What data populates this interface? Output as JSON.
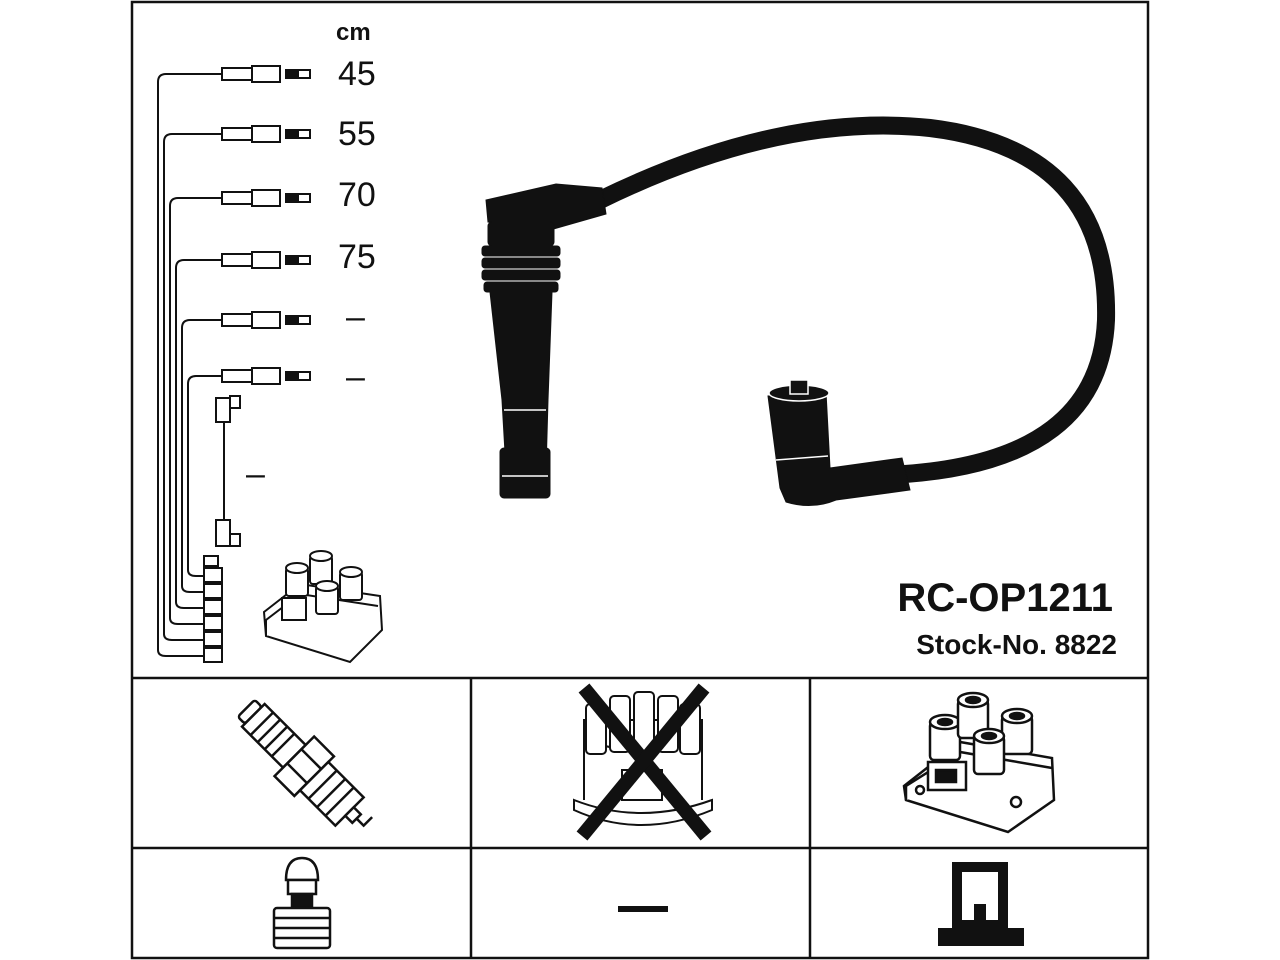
{
  "unit_label": "cm",
  "lengths": [
    "45",
    "55",
    "70",
    "75",
    "–",
    "–"
  ],
  "extra_cable_length": "–",
  "part_number": "RC-OP1211",
  "stock_number": "Stock-No. 8822",
  "compat_grid": {
    "row1": [
      {
        "icon": "spark-plug-icon"
      },
      {
        "icon": "distributor-cap-crossed-icon"
      },
      {
        "icon": "ignition-coil-icon"
      }
    ],
    "row2": [
      {
        "icon": "plug-terminal-icon"
      },
      {
        "icon": "dash-icon",
        "text": "–"
      },
      {
        "icon": "coil-terminal-icon"
      }
    ]
  },
  "colors": {
    "ink": "#111111",
    "background": "#ffffff"
  }
}
